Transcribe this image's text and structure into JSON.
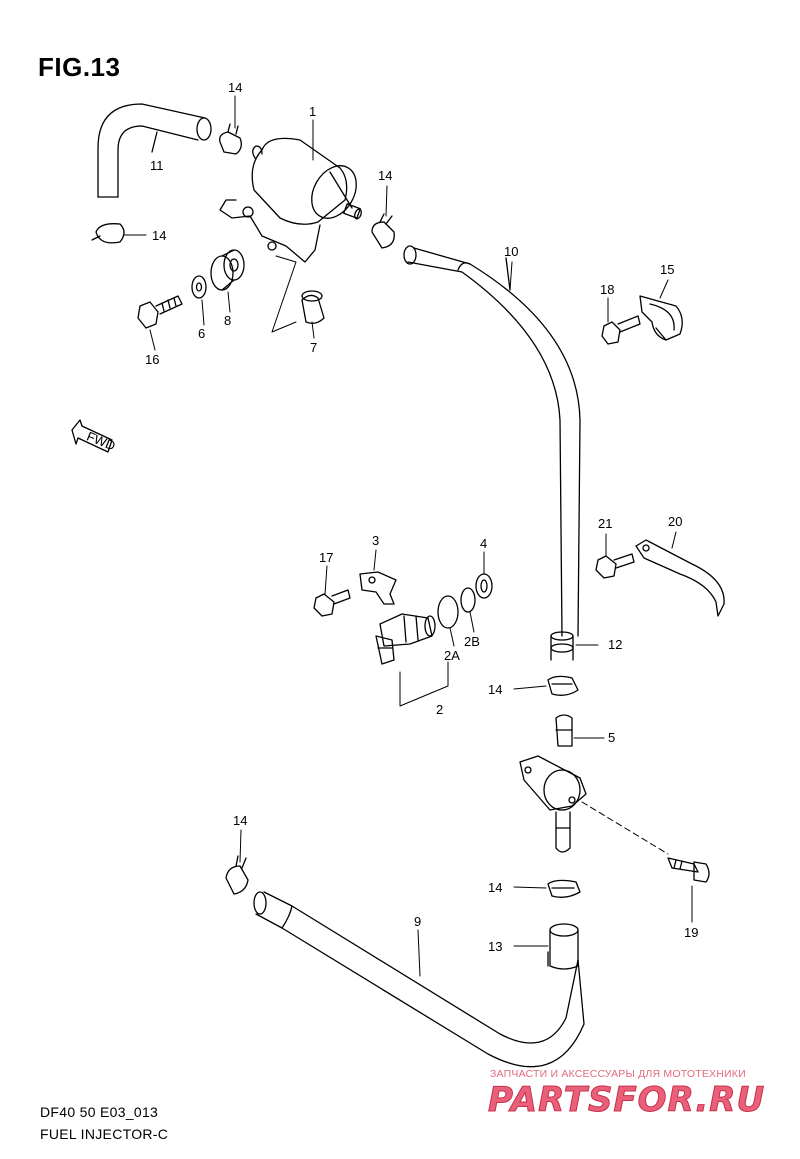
{
  "figure": {
    "title": "FIG.13",
    "model_code": "DF40 50 E03_013",
    "name": "FUEL INJECTOR-C"
  },
  "direction_marker": "FWD",
  "callouts": {
    "c1": "1",
    "c2": "2",
    "c2a": "2A",
    "c2b": "2B",
    "c3": "3",
    "c4": "4",
    "c5": "5",
    "c6": "6",
    "c7": "7",
    "c8": "8",
    "c9": "9",
    "c10": "10",
    "c11": "11",
    "c12": "12",
    "c13": "13",
    "c14a": "14",
    "c14b": "14",
    "c14c": "14",
    "c14d": "14",
    "c14e": "14",
    "c14f": "14",
    "c15": "15",
    "c16": "16",
    "c17": "17",
    "c18": "18",
    "c19": "19",
    "c20": "20",
    "c21": "21"
  },
  "watermark": {
    "tagline": "ЗАПЧАСТИ И АКСЕССУАРЫ ДЛЯ МОТОТЕХНИКИ",
    "logo": "PARTSFOR.RU",
    "color": "#e8607a"
  }
}
